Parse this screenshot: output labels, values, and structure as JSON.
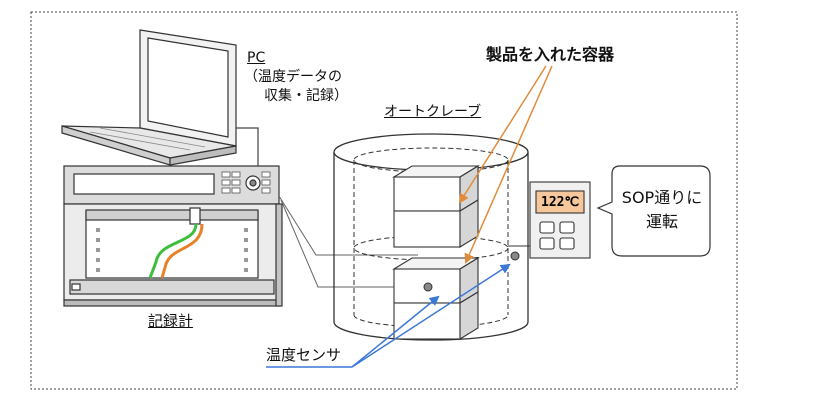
{
  "labels": {
    "pc": "PC",
    "pc_desc_1": "（温度データの",
    "pc_desc_2": "収集・記録）",
    "autoclave": "オートクレーブ",
    "container": "製品を入れた容器",
    "recorder": "記録計",
    "sensor": "温度センサ",
    "controller_display": "122℃",
    "bubble_1": "SOP通りに",
    "bubble_2": "運転"
  },
  "colors": {
    "arrow_orange": "#E08B3C",
    "arrow_blue": "#3C78D8",
    "wire_green": "#3DBE3D",
    "wire_orange": "#E8822A",
    "display_bg": "#F6C79A"
  }
}
